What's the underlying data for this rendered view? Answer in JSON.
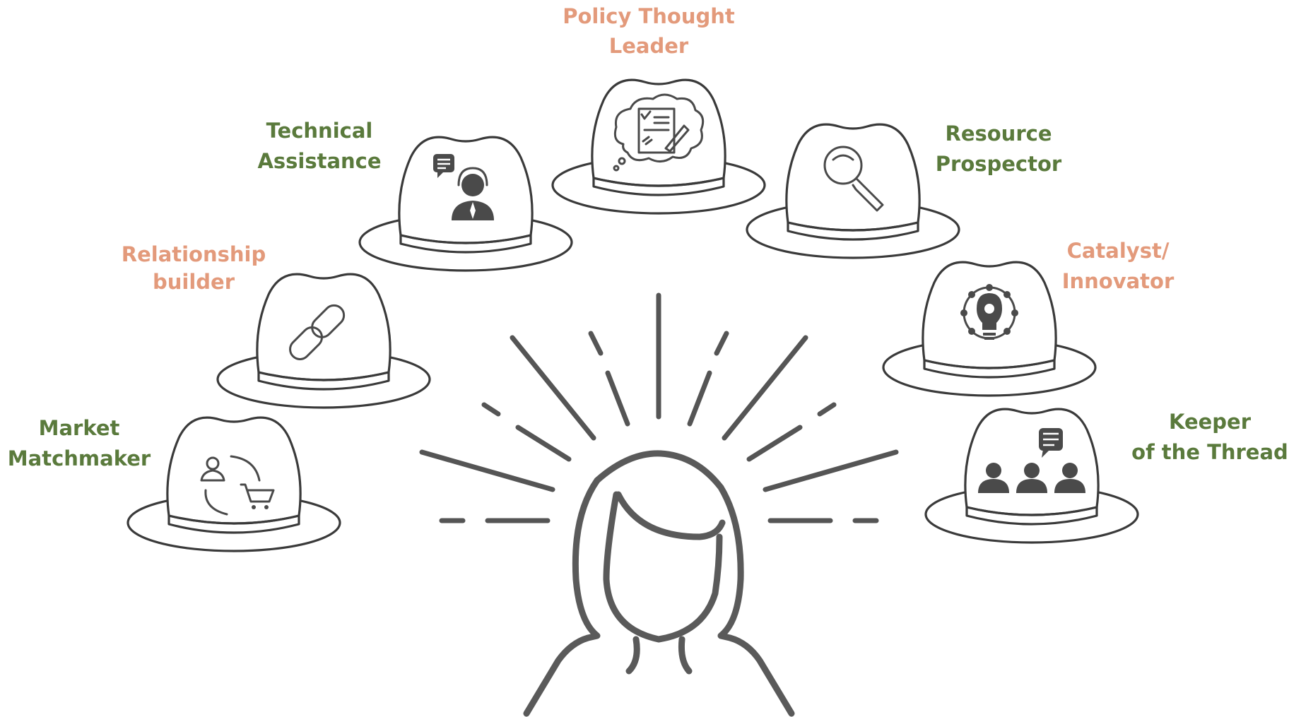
{
  "diagram": {
    "hats": [
      {
        "id": "market-matchmaker",
        "lines": [
          "Market",
          "Matchmaker"
        ],
        "color": "#5a7a3c",
        "icon": "user-cart-exchange-icon"
      },
      {
        "id": "relationship-builder",
        "lines": [
          "Relationship",
          "builder"
        ],
        "color": "#e39a7b",
        "icon": "chain-link-icon"
      },
      {
        "id": "technical-assistance",
        "lines": [
          "Technical",
          "Assistance"
        ],
        "color": "#5a7a3c",
        "icon": "support-agent-icon"
      },
      {
        "id": "policy-thought-leader",
        "lines": [
          "Policy Thought",
          "Leader"
        ],
        "color": "#e39a7b",
        "icon": "policy-document-cloud-icon"
      },
      {
        "id": "resource-prospector",
        "lines": [
          "Resource",
          "Prospector"
        ],
        "color": "#5a7a3c",
        "icon": "magnifier-icon"
      },
      {
        "id": "catalyst-innovator",
        "lines": [
          "Catalyst/",
          "Innovator"
        ],
        "color": "#e39a7b",
        "icon": "lightbulb-gear-icon"
      },
      {
        "id": "keeper-of-the-thread",
        "lines": [
          "Keeper",
          "of the Thread"
        ],
        "color": "#5a7a3c",
        "icon": "group-chat-icon"
      }
    ],
    "center_figure": "woman-silhouette-icon"
  }
}
